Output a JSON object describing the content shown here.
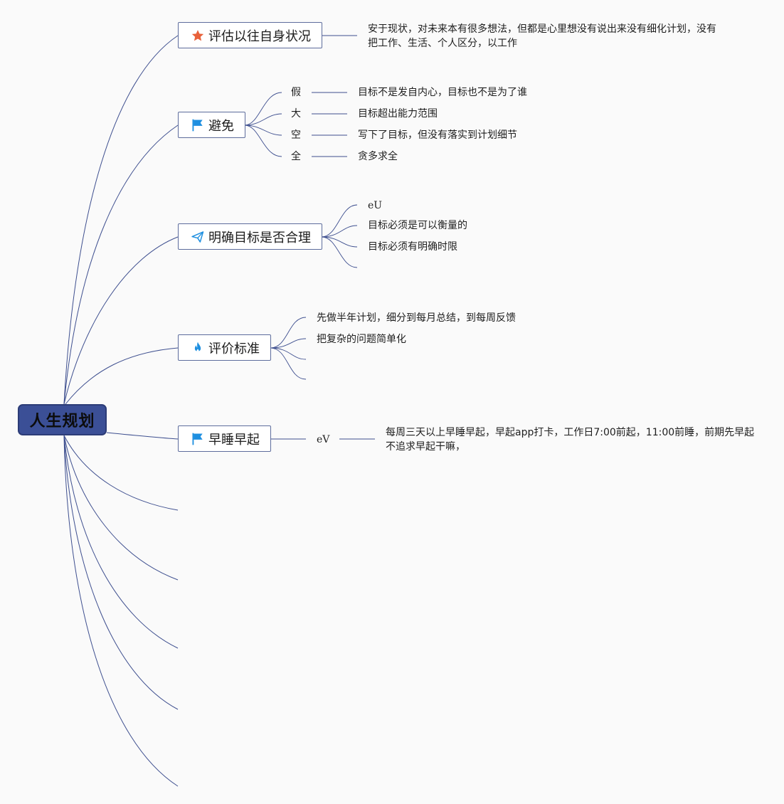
{
  "root": {
    "label": "人生规划"
  },
  "topics": [
    {
      "label": "评估以往自身状况",
      "icon": "star-icon",
      "note_lines": [
        "安于现状，对未来本有很多想法，但都是心里想没有说出来没有细化计划，没有",
        "把工作、生活、个人区分，以工作"
      ]
    },
    {
      "label": "避免",
      "icon": "flag-icon",
      "items": [
        {
          "key": "假",
          "text": "目标不是发自内心，目标也不是为了谁"
        },
        {
          "key": "大",
          "text": "目标超出能力范围"
        },
        {
          "key": "空",
          "text": "写下了目标，但没有落实到计划细节"
        },
        {
          "key": "全",
          "text": "贪多求全"
        }
      ]
    },
    {
      "label": "明确目标是否合理",
      "icon": "paper-plane-icon",
      "items": [
        "eU",
        "目标必须是可以衡量的",
        "目标必须有明确时限",
        ""
      ]
    },
    {
      "label": "评价标准",
      "icon": "fire-icon",
      "items": [
        "先做半年计划，细分到每月总结，到每周反馈",
        "把复杂的问题简单化",
        "",
        ""
      ]
    },
    {
      "label": "早睡早起",
      "icon": "flag-icon",
      "sub": "eV",
      "note_lines": [
        "每周三天以上早睡早起，早起app打卡，工作日7:00前起，11:00前睡，前期先早起",
        "不追求早起干嘛，"
      ]
    }
  ],
  "colors": {
    "root_fill": "#3b4f96",
    "line": "#3e4f8f",
    "star": "#e8613a",
    "flag": "#1e8fe0",
    "plane": "#1e8fe0",
    "fire": "#1e8fe0"
  }
}
